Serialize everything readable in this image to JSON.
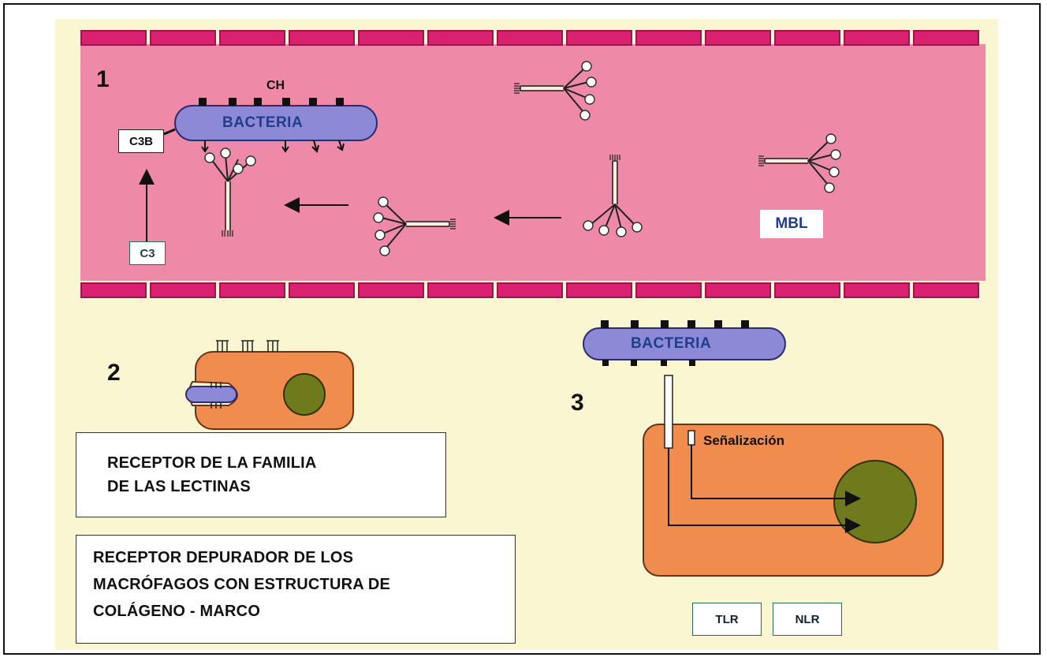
{
  "labels": {
    "panel1_number": "1",
    "panel2_number": "2",
    "panel3_number": "3",
    "ch": "CH",
    "bacteria_top": "BACTERIA",
    "bacteria_bottom": "BACTERIA",
    "c3b": "C3B",
    "c3": "C3",
    "mbl": "MBL",
    "senalizacion": "Señalización",
    "tlr": "TLR",
    "nlr": "NLR"
  },
  "boxes": {
    "lectin_receptor": "RECEPTOR  DE LA FAMILIA\nDE LAS LECTINAS",
    "marco_receptor": "RECEPTOR DEPURADOR DE LOS\nMACRÓFAGOS CON ESTRUCTURA DE\nCOLÁGENO - MARCO"
  },
  "colors": {
    "background": "#fbf6d2",
    "vessel": "#ee8aa7",
    "endothelium": "#d8226f",
    "bacteria": "#8c8ad6",
    "macrophage": "#ef8c4e",
    "nucleus": "#6f7a1c"
  }
}
